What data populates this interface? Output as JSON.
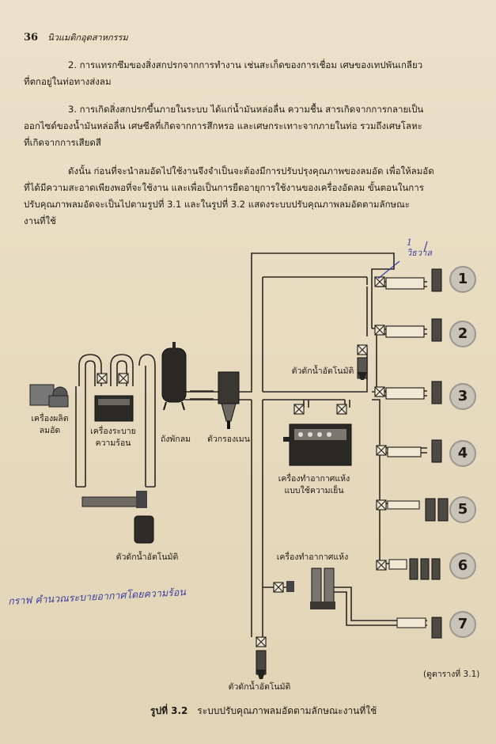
{
  "header": {
    "page_number": "36",
    "book_title": "นิวแมติกอุตสาหกรรม"
  },
  "paragraphs": {
    "p2_line1": "2. การแทรกซึมของสิ่งสกปรกจากการทำงาน เช่นสะเก็ดของการเชื่อม เศษของเทปพันเกลียว",
    "p2_line2": "ที่ตกอยู่ในท่อทางส่งลม",
    "p3_line1": "3. การเกิดสิ่งสกปรกขึ้นภายในระบบ ได้แก่น้ำมันหล่อลื่น ความชื้น สารเกิดจากการกลายเป็น",
    "p3_line2": "ออกไซด์ของน้ำมันหล่อลื่น เศษซีลที่เกิดจากการสึกหรอ และเศษกระเทาะจากภายในท่อ รวมถึงเศษโลหะ",
    "p3_line3": "ที่เกิดจากการเสียดสี",
    "p4_line1": "ดังนั้น ก่อนที่จะนำลมอัดไปใช้งานจึงจำเป็นจะต้องมีการปรับปรุงคุณภาพของลมอัด เพื่อให้ลมอัด",
    "p4_line2": "ที่ได้มีความสะอาดเพียงพอที่จะใช้งาน และเพื่อเป็นการยืดอายุการใช้งานของเครื่องอัดลม ขั้นตอนในการ",
    "p4_line3": "ปรับคุณภาพลมอัดจะเป็นไปตามรูปที่ 3.1 และในรูปที่ 3.2 แสดงระบบปรับคุณภาพลมอัดตามลักษณะ",
    "p4_line4": "งานที่ใช้"
  },
  "diagram": {
    "labels": {
      "compressor_1": "เครื่องผลิต",
      "compressor_2": "ลมอัด",
      "cooler_1": "เครื่องระบาย",
      "cooler_2": "ความร้อน",
      "tank": "ถังพักลม",
      "main_filter": "ตัวกรองเมน",
      "auto_drain_mid": "ตัวดักน้ำอัตโนมัติ",
      "auto_drain_left": "ตัวดักน้ำอัตโนมัติ",
      "auto_drain_bottom": "ตัวดักน้ำอัตโนมัติ",
      "refrig_dryer_1": "เครื่องทำอากาศแห้ง",
      "refrig_dryer_2": "แบบใช้ความเย็น",
      "dryer": "เครื่องทำอากาศแห้ง"
    },
    "outlets": [
      "1",
      "2",
      "3",
      "4",
      "5",
      "6",
      "7"
    ],
    "handwritten_top": "1\nวิธวาล",
    "handwritten_left": "กราฟ คำนวณระบายอากาศโดยความร้อน"
  },
  "table_ref": "(ดูตารางที่ 3.1)",
  "caption": {
    "label": "รูปที่ 3.2",
    "text": "ระบบปรับคุณภาพลมอัดตามลักษณะงานที่ใช้"
  }
}
